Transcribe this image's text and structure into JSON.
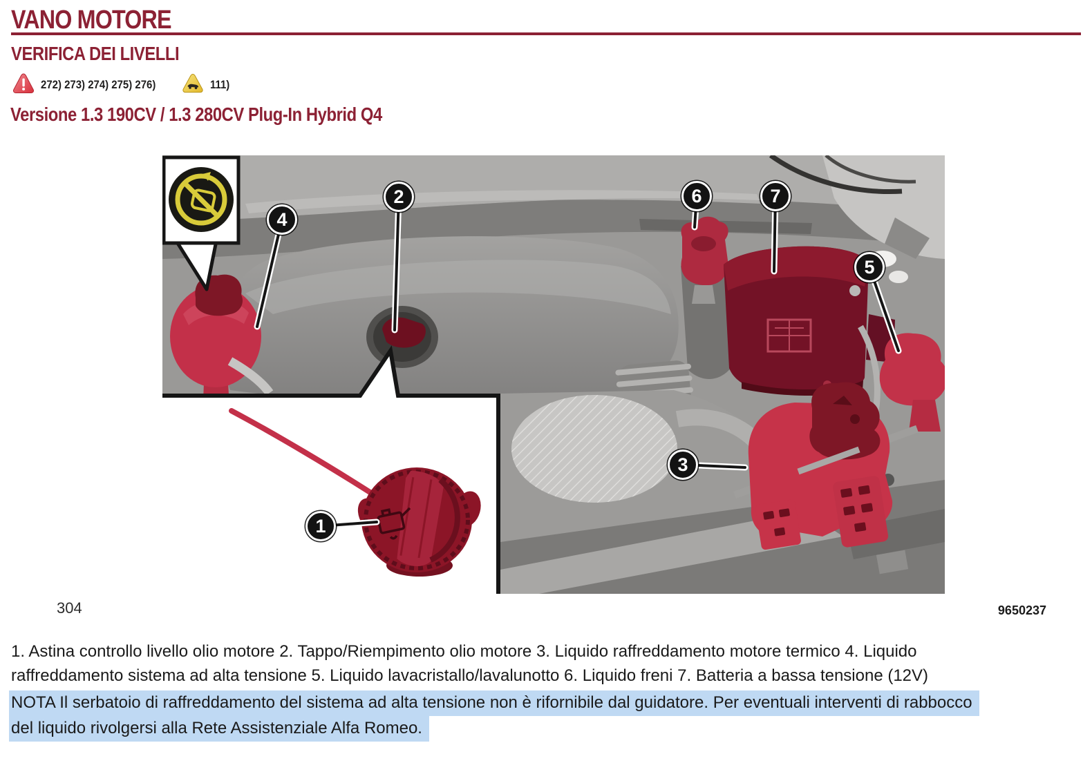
{
  "page": {
    "title": "VANO MOTORE",
    "section_title": "VERIFICA DEI LIVELLI",
    "variant_heading": "Versione 1.3 190CV / 1.3 280CV Plug-In Hybrid Q4",
    "page_number": "304",
    "figure_code": "9650237"
  },
  "warnings": {
    "danger_icon": "warning-triangle-icon",
    "danger_refs": "272) 273) 274) 275) 276)",
    "caution_icon": "road-hazard-triangle-icon",
    "caution_refs": "111)"
  },
  "figure": {
    "description": "Vano motore con punti di verifica livelli evidenziati in rosso",
    "inset_icon": "do-not-open-cap-when-hot-icon",
    "callouts": [
      {
        "number": "1",
        "label": "Astina controllo livello olio motore"
      },
      {
        "number": "2",
        "label": "Tappo/Riempimento olio motore"
      },
      {
        "number": "3",
        "label": "Liquido raffreddamento motore termico"
      },
      {
        "number": "4",
        "label": "Liquido raffreddamento sistema ad alta tensione"
      },
      {
        "number": "5",
        "label": "Liquido lavacristallo/lavalunotto"
      },
      {
        "number": "6",
        "label": "Liquido freni"
      },
      {
        "number": "7",
        "label": "Batteria a bassa tensione (12V)"
      }
    ]
  },
  "legend": {
    "lines": [
      "1. Astina controllo livello olio motore 2. Tappo/Riempimento olio motore 3. Liquido raffreddamento motore termico 4. Liquido",
      "raffreddamento sistema ad alta tensione 5. Liquido lavacristallo/lavalunotto 6. Liquido freni 7. Batteria a bassa tensione (12V)"
    ]
  },
  "nota": {
    "lines": [
      "NOTA Il serbatoio di raffreddamento del sistema ad alta tensione non è rifornibile dal guidatore. Per eventuali interventi di rabbocco",
      "del liquido rivolgersi alla Rete Assistenziale Alfa Romeo."
    ]
  },
  "colors": {
    "maroon": "#8C2134",
    "highlight_blue": "#BFD9F3",
    "highlight_red": "#C33049",
    "dark_red": "#7C1526",
    "callout_black": "#131313"
  }
}
